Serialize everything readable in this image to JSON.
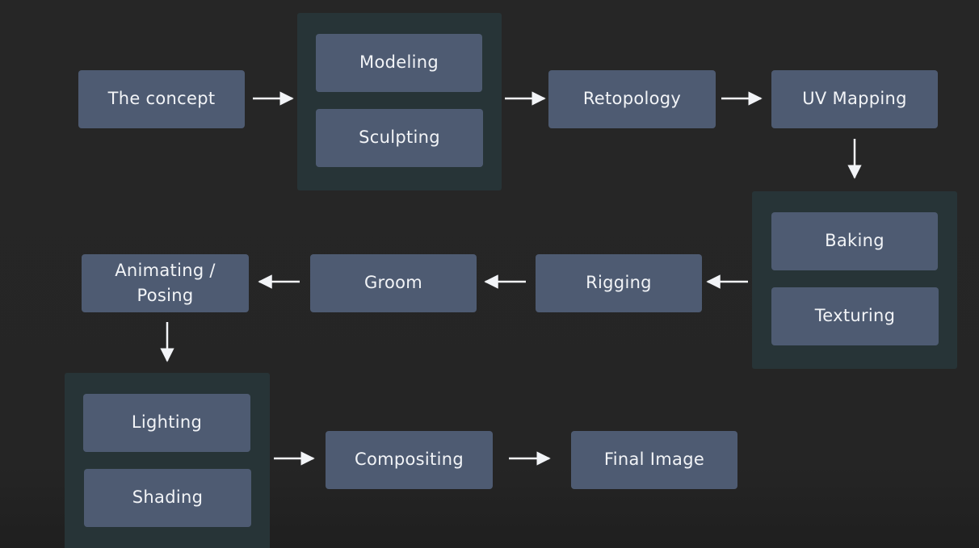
{
  "diagram": {
    "colors": {
      "background": "#252525",
      "group_fill": "#273437",
      "node_fill": "#4e5b72",
      "node_text": "#f2f4f7",
      "arrow": "#f2f4f7"
    },
    "nodes": {
      "concept": "The concept",
      "modeling": "Modeling",
      "sculpting": "Sculpting",
      "retopology": "Retopology",
      "uv_mapping": "UV Mapping",
      "baking": "Baking",
      "texturing": "Texturing",
      "rigging": "Rigging",
      "groom": "Groom",
      "animating": "Animating / Posing",
      "lighting": "Lighting",
      "shading": "Shading",
      "compositing": "Compositing",
      "final_image": "Final Image"
    },
    "edges": [
      {
        "from": "concept",
        "to": "modeling-sculpting-group"
      },
      {
        "from": "modeling-sculpting-group",
        "to": "retopology"
      },
      {
        "from": "retopology",
        "to": "uv_mapping"
      },
      {
        "from": "uv_mapping",
        "to": "baking-texturing-group"
      },
      {
        "from": "baking-texturing-group",
        "to": "rigging"
      },
      {
        "from": "rigging",
        "to": "groom"
      },
      {
        "from": "groom",
        "to": "animating"
      },
      {
        "from": "animating",
        "to": "lighting-shading-group"
      },
      {
        "from": "lighting-shading-group",
        "to": "compositing"
      },
      {
        "from": "compositing",
        "to": "final_image"
      }
    ]
  }
}
